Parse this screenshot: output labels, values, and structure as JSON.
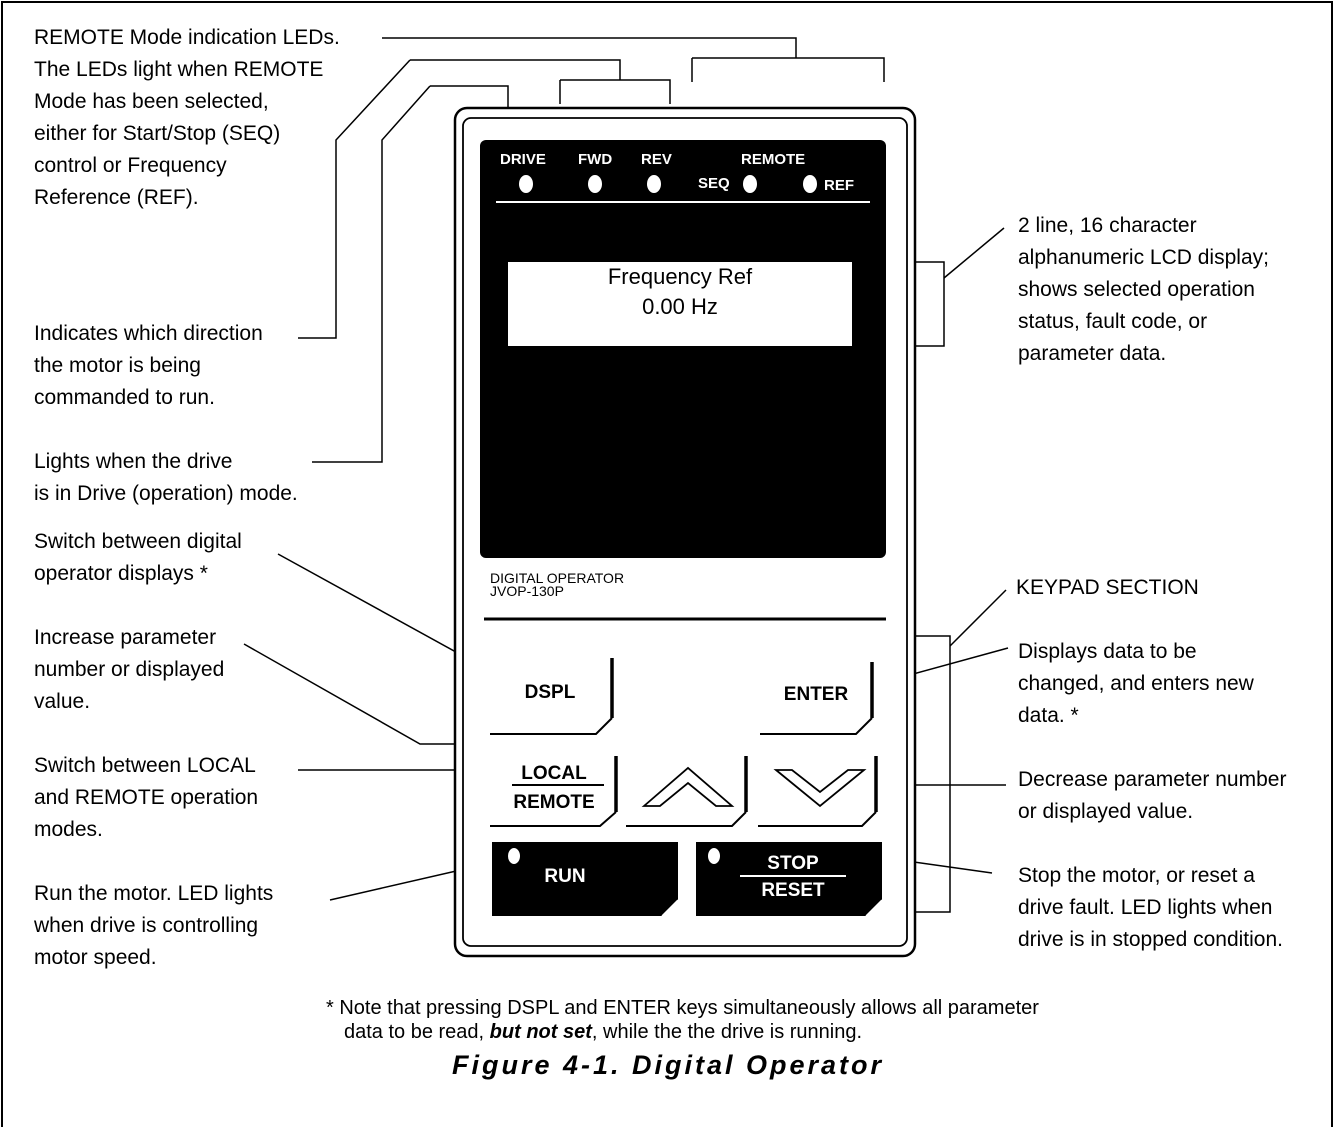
{
  "callouts": {
    "remote_leds": "REMOTE Mode indication LEDs.\nThe LEDs light when REMOTE\nMode has been selected,\neither for Start/Stop (SEQ)\ncontrol or Frequency\nReference (REF).",
    "direction": "Indicates which direction\nthe motor is being\ncommanded to run.",
    "drive_mode": "Lights when the drive\nis in Drive (operation) mode.",
    "dspl": "Switch between digital\noperator displays  *",
    "increase": "Increase parameter\nnumber or displayed\nvalue.",
    "local_remote": "Switch between LOCAL\nand REMOTE operation\nmodes.",
    "run": "Run the motor.  LED lights\nwhen drive is controlling\nmotor speed.",
    "lcd": "2 line, 16 character\nalphanumeric LCD display;\nshows selected operation\nstatus, fault code, or\nparameter data.",
    "keypad_section": "KEYPAD SECTION",
    "enter": "Displays data to be\nchanged, and enters new\ndata. *",
    "decrease": "Decrease parameter number\nor displayed value.",
    "stop": "Stop the motor, or reset a\ndrive fault.  LED lights when\ndrive is in stopped condition."
  },
  "operator": {
    "leds": {
      "drive": "DRIVE",
      "fwd": "FWD",
      "rev": "REV",
      "remote": "REMOTE",
      "seq": "SEQ",
      "ref": "REF"
    },
    "lcd_line1": "Frequency Ref",
    "lcd_line2": "0.00 Hz",
    "model_line1": "DIGITAL OPERATOR",
    "model_line2": "JVOP-130P",
    "keys": {
      "dspl": "DSPL",
      "enter": "ENTER",
      "local": "LOCAL",
      "remote": "REMOTE",
      "run": "RUN",
      "stop": "STOP",
      "reset": "RESET"
    }
  },
  "note": {
    "line1": "*  Note that pressing DSPL and ENTER keys simultaneously allows all parameter",
    "line2_a": "data to be read, ",
    "line2_b": "but not set",
    "line2_c": ", while the the drive is running."
  },
  "caption": "Figure 4-1.  Digital Operator",
  "icons": [
    "up-arrow-icon",
    "down-arrow-icon",
    "led-icon"
  ]
}
